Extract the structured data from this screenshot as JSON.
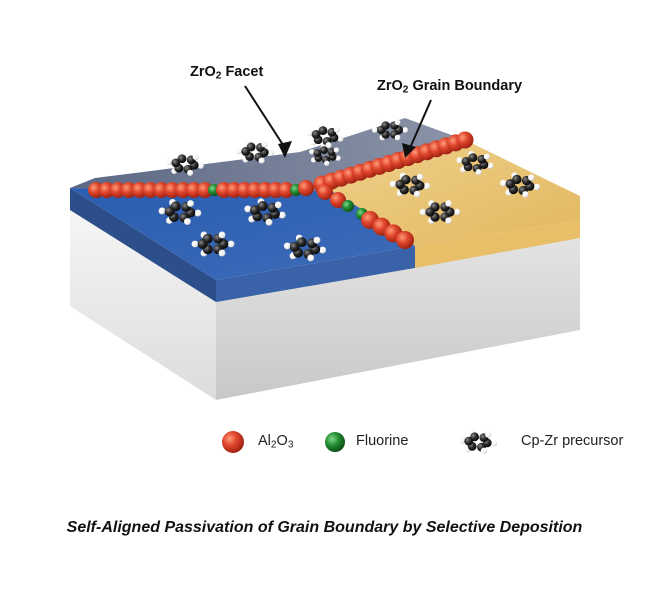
{
  "labels": {
    "facet": {
      "prefix": "ZrO",
      "sub": "2",
      "suffix": " Facet"
    },
    "grain_boundary": {
      "prefix": "ZrO",
      "sub": "2",
      "suffix": " Grain Boundary"
    }
  },
  "legend": {
    "alumina": {
      "a": "Al",
      "b": "2",
      "c": "O",
      "d": "3"
    },
    "fluorine": "Fluorine",
    "precursor": "Cp-Zr precursor"
  },
  "caption": "Self-Aligned Passivation of Grain Boundary by Selective Deposition",
  "colors": {
    "substrate_top": "#f4f4f4",
    "substrate_side": "#d9d9d9",
    "grain_blue": "#2f5fae",
    "grain_gray": "#6e7b95",
    "grain_gold": "#e6c06e",
    "alumina_sphere": "#e0462c",
    "fluorine_sphere": "#1f8a2e",
    "carbon": "#2b2b2b",
    "hydrogen": "#ffffff"
  },
  "icons": [
    "alumina-sphere-icon",
    "fluorine-sphere-icon",
    "cp-zr-precursor-icon"
  ]
}
